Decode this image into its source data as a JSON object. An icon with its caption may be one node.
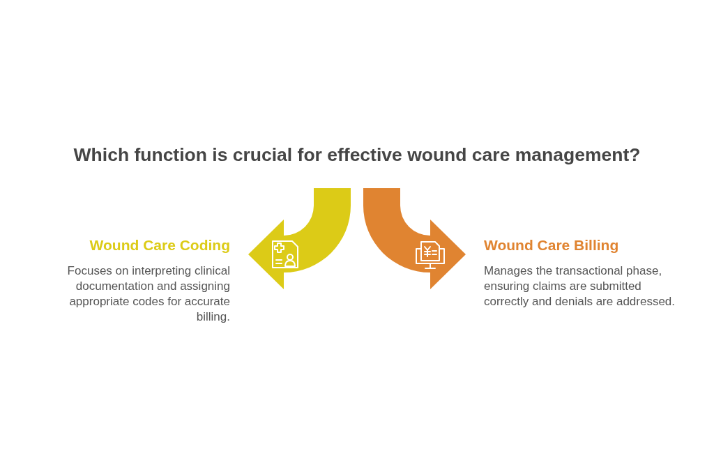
{
  "diagram": {
    "title": "Which function is crucial for effective wound care management?",
    "nodes": [
      {
        "text": [],
        "shape": "arrow",
        "beside": [
          "Wound Care Coding",
          "Focuses on interpreting clinical documentation and assigning appropriate codes for accurate billing."
        ]
      },
      {
        "text": [],
        "shape": "arrow",
        "beside": [
          "Wound Care Billing",
          "Manages the transactional phase, ensuring claims are submitted correctly and denials are addressed."
        ]
      }
    ]
  }
}
